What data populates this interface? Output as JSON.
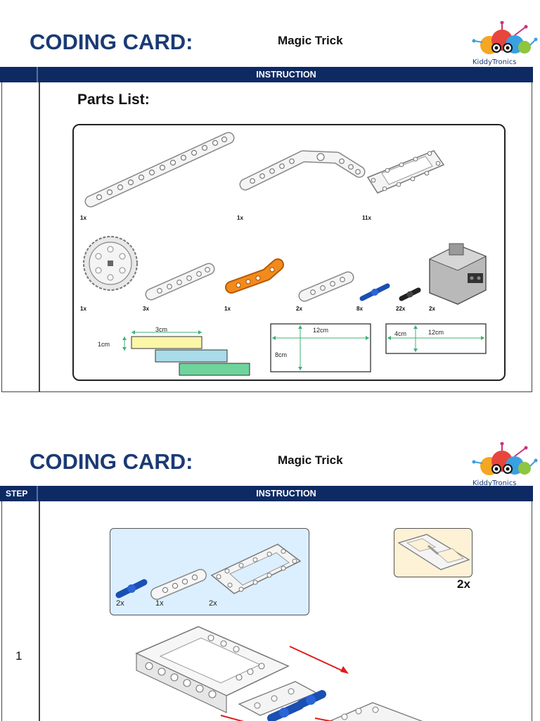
{
  "card1": {
    "title": "CODING CARD:",
    "subtitle": "Magic Trick",
    "logo_text": "KiddyTronics",
    "header_instruction": "INSTRUCTION",
    "parts_title": "Parts List:",
    "quantities": [
      "1x",
      "1x",
      "11x",
      "1x",
      "3x",
      "1x",
      "2x",
      "8x",
      "22x",
      "2x"
    ],
    "dimensions": {
      "strip_width": "3cm",
      "strip_height": "1cm",
      "rect1_width": "12cm",
      "rect1_height": "8cm",
      "rect2_width": "12cm",
      "rect2_height": "4cm"
    },
    "colors": {
      "strip_yellow": "#fbf6a8",
      "strip_blue": "#a9dbe9",
      "strip_green": "#6fd39c",
      "navy": "#0e2a63",
      "title_blue": "#1a3a75"
    }
  },
  "card2": {
    "title": "CODING CARD:",
    "subtitle": "Magic Trick",
    "logo_text": "KiddyTronics",
    "header_step": "STEP",
    "header_instruction": "INSTRUCTION",
    "step_number": "1",
    "panel_quantities": [
      "2x",
      "1x",
      "2x"
    ],
    "build_quantity": "2x"
  }
}
